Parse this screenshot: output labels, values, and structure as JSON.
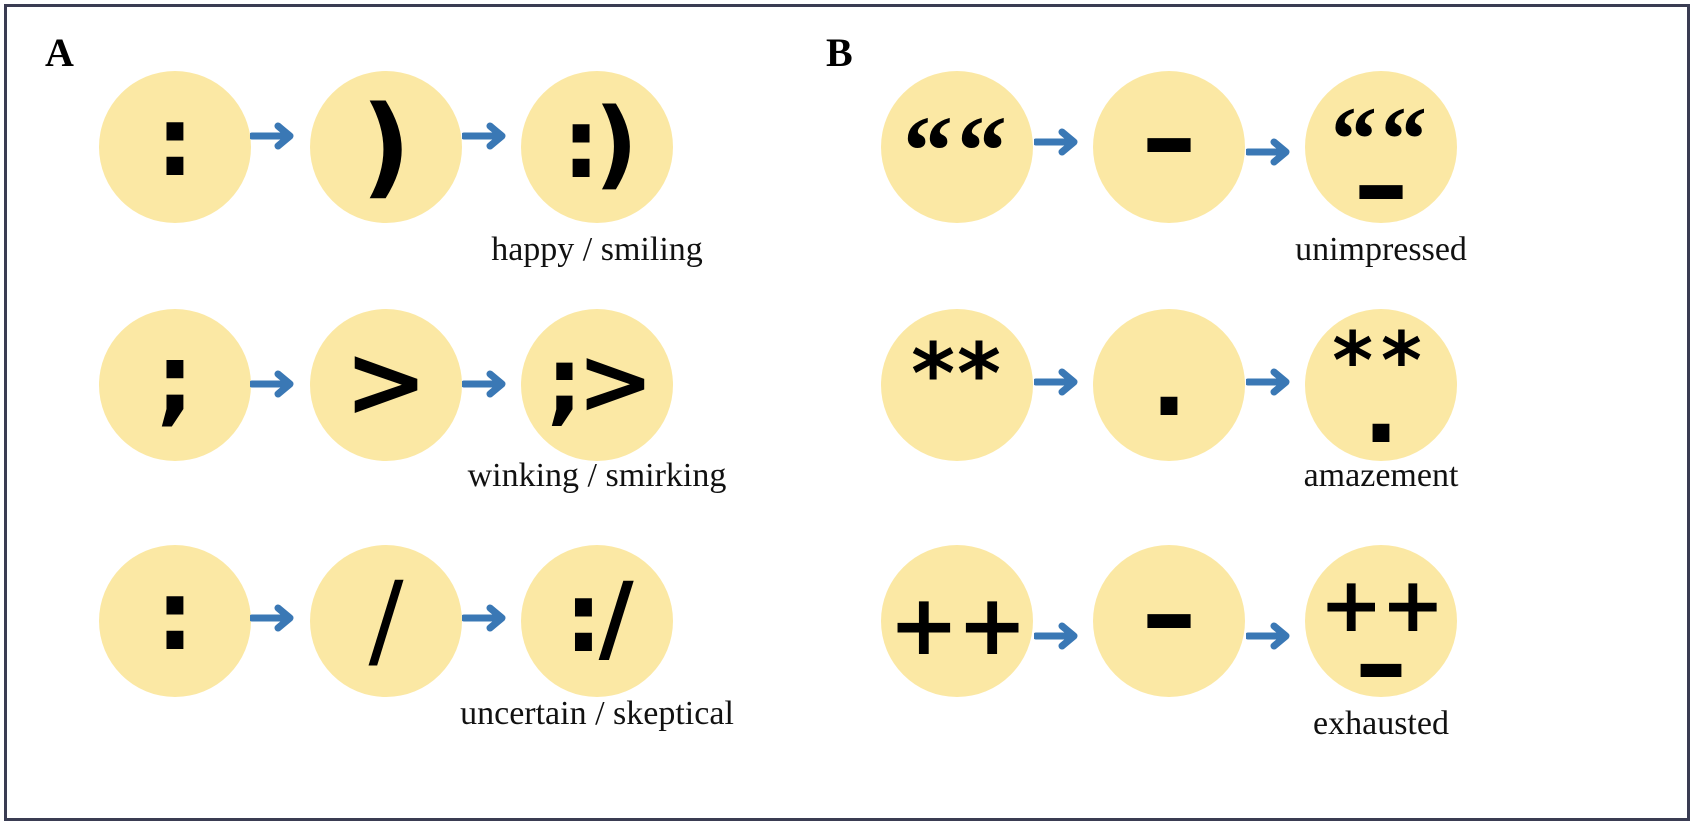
{
  "panels": {
    "a": {
      "letter": "A",
      "rows": [
        {
          "parts": [
            ":",
            ")"
          ],
          "result": ":)",
          "caption": "happy / smiling"
        },
        {
          "parts": [
            ";",
            ">"
          ],
          "result": ";>",
          "caption": "winking / smirking"
        },
        {
          "parts": [
            ":",
            "/"
          ],
          "result": ":/",
          "caption": "uncertain / skeptical"
        }
      ]
    },
    "b": {
      "letter": "B",
      "rows": [
        {
          "parts": [
            "““",
            "–"
          ],
          "result": "““–",
          "caption": "unimpressed"
        },
        {
          "parts": [
            "**",
            "."
          ],
          "result": "**.",
          "caption": "amazement"
        },
        {
          "parts": [
            "++",
            "–"
          ],
          "result": "++–",
          "caption": "exhausted"
        }
      ]
    }
  },
  "colors": {
    "circle": "#fbe8a4",
    "arrow": "#3a78b5",
    "glyph": "#000000",
    "frame": "#3a3c52"
  },
  "icons": {
    "arrow": "right-arrow-icon"
  }
}
